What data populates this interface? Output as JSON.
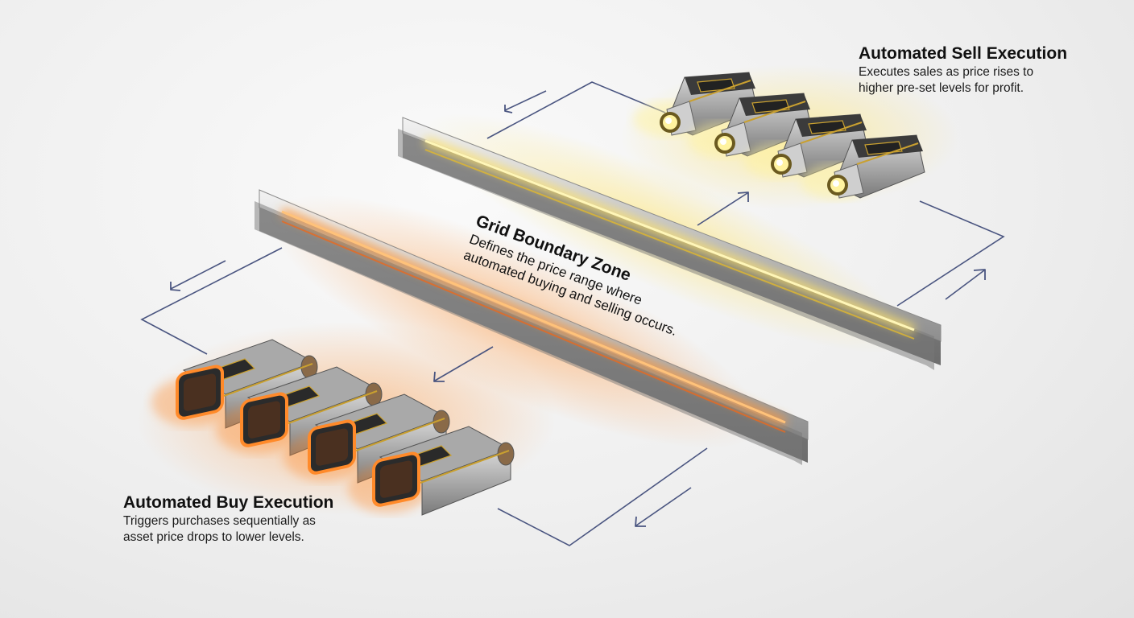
{
  "sell": {
    "title": "Automated Sell Execution",
    "desc_line1": "Executes sales as price rises to",
    "desc_line2": "higher pre-set levels for profit."
  },
  "grid": {
    "title": "Grid Boundary Zone",
    "desc_line1": "Defines the price range where",
    "desc_line2": "automated buying and selling occurs."
  },
  "buy": {
    "title": "Automated Buy Execution",
    "desc_line1": "Triggers purchases sequentially as",
    "desc_line2": "asset price drops to lower levels."
  },
  "colors": {
    "upper_rail_glow": "#ffe36a",
    "lower_rail_glow": "#ff9a3c",
    "sell_module_light": "#fff3a0",
    "buy_module_light": "#ff8a2a",
    "flow_line": "#4a5580",
    "rail_metal": "#b9b9b9"
  },
  "icons": [
    "flow-arrow-icon",
    "trading-module-icon"
  ]
}
